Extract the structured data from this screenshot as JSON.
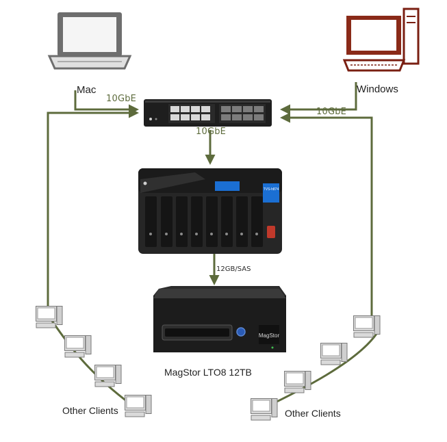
{
  "colors": {
    "link": "#5d6b3c",
    "laptop_frame": "#6e6e6e",
    "windows_accent": "#7a1f12",
    "device_body": "#2b2b2b",
    "lcd_blue": "#1b6fd3"
  },
  "icons": {
    "mac": "laptop-icon",
    "windows": "desktop-pc-icon",
    "switch": "network-switch-icon",
    "nas": "nas-icon",
    "tape": "tape-drive-icon",
    "client": "client-computer-icon"
  },
  "labels": {
    "mac": "Mac",
    "windows": "Windows",
    "tape_drive": "MagStor LTO8 12TB",
    "other_clients_left": "Other Clients",
    "other_clients_right": "Other Clients",
    "link_mac": "10GbE",
    "link_windows": "10GbE",
    "link_nas": "10GbE",
    "link_sas": "12GB/SAS"
  },
  "device_text": {
    "nas_brand": "TVS-h874",
    "tape_brand": "MagStor"
  }
}
